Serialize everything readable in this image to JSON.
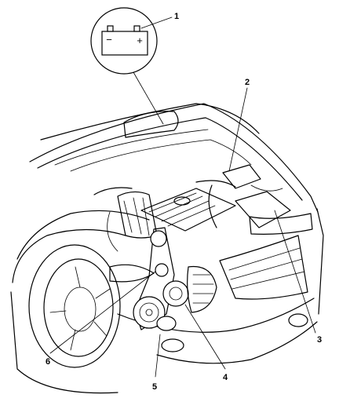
{
  "callouts": [
    {
      "id": "1",
      "label": "1"
    },
    {
      "id": "2",
      "label": "2"
    },
    {
      "id": "3",
      "label": "3"
    },
    {
      "id": "4",
      "label": "4"
    },
    {
      "id": "5",
      "label": "5"
    },
    {
      "id": "6",
      "label": "6"
    }
  ],
  "battery_inset": {
    "negative_terminal": "−",
    "positive_terminal": "+"
  }
}
